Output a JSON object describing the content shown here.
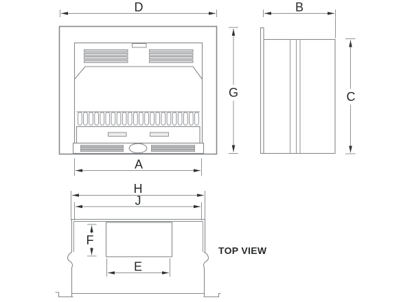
{
  "labels": {
    "d": "D",
    "a": "A",
    "g": "G",
    "b": "B",
    "c": "C",
    "h": "H",
    "j": "J",
    "f": "F",
    "e": "E"
  },
  "caption": "TOP VIEW",
  "colors": {
    "object_line": "#85878a",
    "dimension_line": "#8d9093",
    "arrowhead": "#2f3033",
    "label_text": "#27282a",
    "vent_fill": "#d9dadb",
    "background": "#ffffff"
  }
}
